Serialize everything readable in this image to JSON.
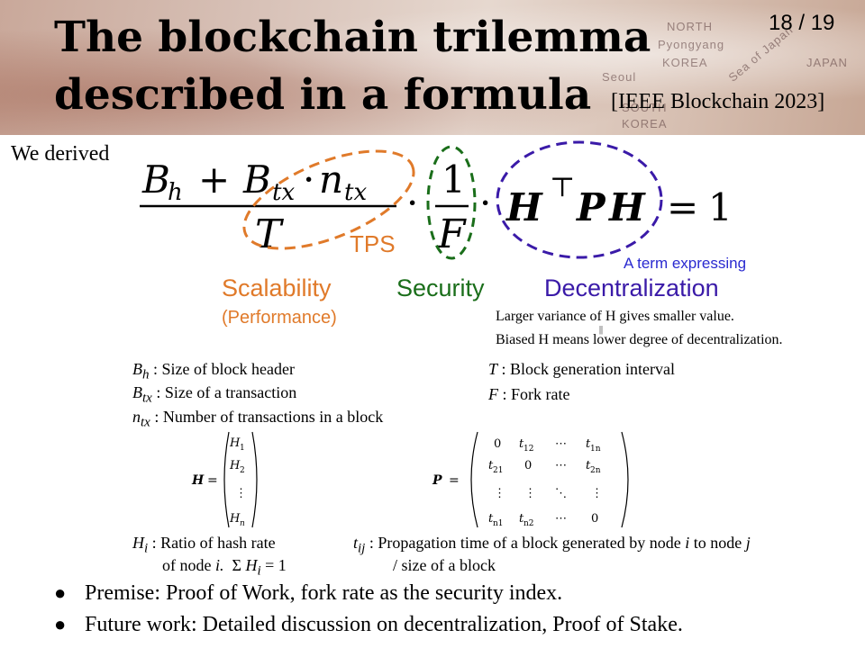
{
  "slide": {
    "title_line1": "The blockchain trilemma",
    "title_line2": "described in a formula",
    "citation": "[IEEE Blockchain 2023]",
    "page_number": "18 / 19",
    "background_map_text": [
      "NORTH",
      "Pyongyang",
      "KOREA",
      "Seoul",
      "SOUTH",
      "KOREA",
      "JAPAN",
      "Sea of Japan"
    ]
  },
  "intro": "We derived",
  "formula": {
    "Bh": "B",
    "Bh_sub": "h",
    "plus": "+",
    "Btx": "B",
    "Btx_sub": "tx",
    "dot1": "·",
    "ntx": "n",
    "ntx_sub": "tx",
    "T": "T",
    "dot2": "·",
    "one": "1",
    "F": "F",
    "dot3": "·",
    "H1": "H",
    "top": "⊤",
    "P": "P",
    "H2": "H",
    "eq": "=",
    "rhs": "1"
  },
  "labels": {
    "tps": "TPS",
    "scalability": "Scalability",
    "performance": "(Performance)",
    "security": "Security",
    "term_expressing": "A term expressing",
    "decentralization": "Decentralization",
    "variance_note": "Larger variance of H gives smaller value.",
    "equiv_mark": "||",
    "biased_note": "Biased H means lower degree of decentralization."
  },
  "definitions": {
    "bh": {
      "sym": "B",
      "sub": "h",
      "text": ": Size of block header"
    },
    "btx": {
      "sym": "B",
      "sub": "tx",
      "text": ": Size of a transaction"
    },
    "ntx": {
      "sym": "n",
      "sub": "tx",
      "text": ": Number of transactions in a block"
    },
    "T": {
      "sym": "T",
      "text": ": Block generation interval"
    },
    "F": {
      "sym": "F",
      "text": ": Fork rate"
    },
    "hi_line1": ": Ratio of hash rate",
    "hi_sym": "H",
    "hi_sub": "i",
    "hi_line2_a": "of node",
    "hi_line2_i": "i.",
    "hi_line2_sum": "Σ",
    "hi_line2_H": "H",
    "hi_line2_sub": "i",
    "hi_line2_eq": "= 1",
    "tij_sym": "t",
    "tij_sub": "ij",
    "tij_line1_a": ": Propagation time of a block generated by node",
    "tij_i": "i",
    "tij_to": "to node",
    "tij_j": "j",
    "tij_line2": "/ size of a block"
  },
  "matrices": {
    "H_name": "H",
    "eq": "=",
    "H_entries": [
      [
        "H",
        "1"
      ],
      [
        "H",
        "2"
      ],
      [
        "⋮",
        ""
      ],
      [
        "H",
        "n"
      ]
    ],
    "P_name": "P",
    "P_rows": [
      [
        [
          "0",
          ""
        ],
        [
          "t",
          "12"
        ],
        [
          "⋯",
          ""
        ],
        [
          "t",
          "1n"
        ]
      ],
      [
        [
          "t",
          "21"
        ],
        [
          "0",
          ""
        ],
        [
          "⋯",
          ""
        ],
        [
          "t",
          "2n"
        ]
      ],
      [
        [
          "⋮",
          ""
        ],
        [
          "⋮",
          ""
        ],
        [
          "⋱",
          ""
        ],
        [
          "⋮",
          ""
        ]
      ],
      [
        [
          "t",
          "n1"
        ],
        [
          "t",
          "n2"
        ],
        [
          "⋯",
          ""
        ],
        [
          "0",
          ""
        ]
      ]
    ]
  },
  "bullets": [
    "Premise: Proof of Work, fork rate as the security index.",
    "Future work: Detailed discussion on decentralization, Proof of Stake."
  ],
  "colors": {
    "scalability": "#e07a2a",
    "security": "#1a6e1a",
    "decentralization": "#3a1aa8",
    "term_expressing": "#2a2ad0"
  }
}
